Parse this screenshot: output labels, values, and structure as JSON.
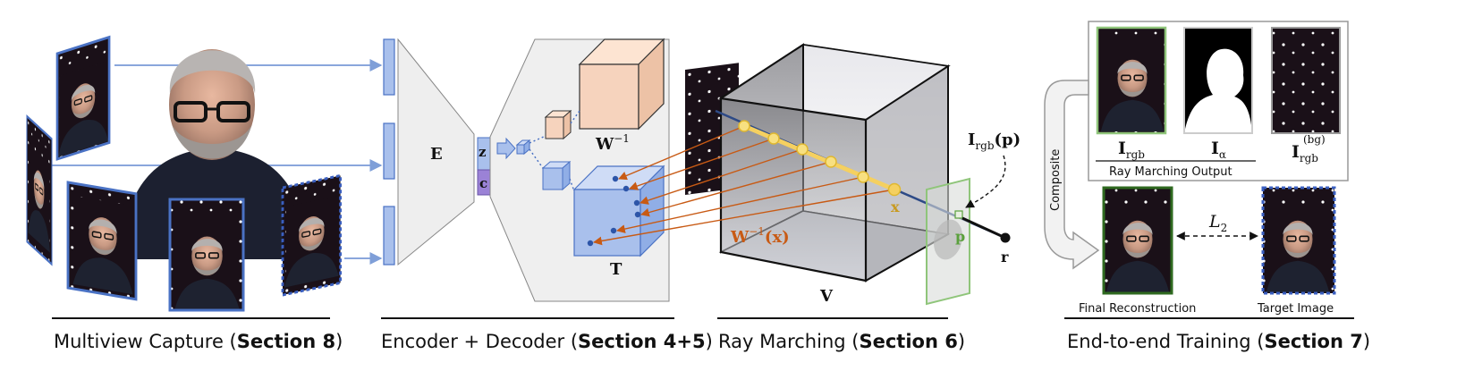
{
  "sections": [
    {
      "caption_prefix": "Multiview Capture (",
      "caption_bold": "Section 8",
      "caption_suffix": ")"
    },
    {
      "caption_prefix": "Encoder + Decoder (",
      "caption_bold": "Section 4+5",
      "caption_suffix": ")"
    },
    {
      "caption_prefix": "Ray Marching (",
      "caption_bold": "Section 6",
      "caption_suffix": ")"
    },
    {
      "caption_prefix": "End-to-end Training (",
      "caption_bold": "Section 7",
      "caption_suffix": ")"
    }
  ],
  "encoder": {
    "label": "E",
    "latent_z": "z",
    "latent_c": "c",
    "warp_inv": "W",
    "warp_inv_sup": "−1",
    "template": "T"
  },
  "raymarch": {
    "volume": "V",
    "warp_fn": "W",
    "warp_fn_sup": "−1",
    "warp_fn_arg": "(x)",
    "sample_point": "x",
    "pixel": "p",
    "ray": "r",
    "irgb_p_main": "I",
    "irgb_p_sub": "rgb",
    "irgb_p_arg": "(p)"
  },
  "training": {
    "composite": "Composite",
    "out_rgb_main": "I",
    "out_rgb_sub": "rgb",
    "out_alpha_main": "I",
    "out_alpha_sub": "α",
    "out_bg_main": "I",
    "out_bg_sub": "rgb",
    "out_bg_sup": "(bg)",
    "ray_marching_output": "Ray Marching Output",
    "loss_main": "L",
    "loss_sub": "2",
    "final_reconstruction": "Final Reconstruction",
    "target_image": "Target Image"
  },
  "colors": {
    "view_border": "#4a72c4",
    "arrow_blue": "#8aa6dc",
    "warp_orange": "#c85a14",
    "ray_yellow": "#f5d060",
    "recon_green": "#5aa03c",
    "target_blue": "#3a5fc0",
    "latent_purple": "#8a6ccc"
  }
}
